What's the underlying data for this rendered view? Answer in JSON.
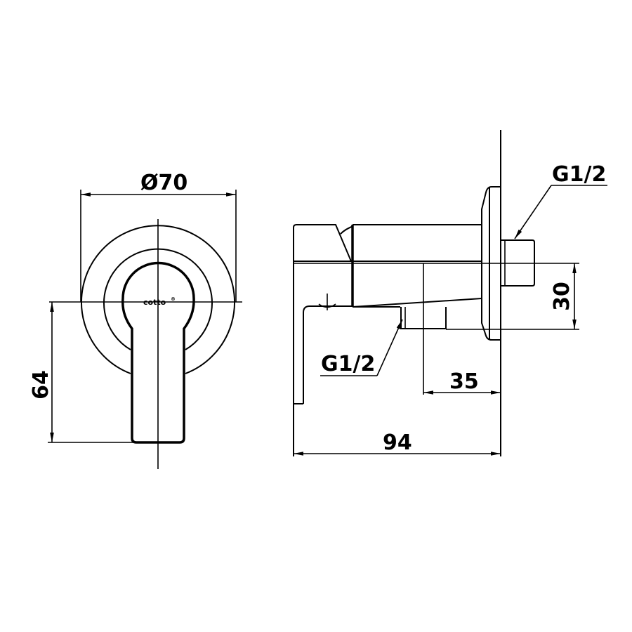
{
  "drawing": {
    "front_view": {
      "diameter_label": "Ø70",
      "height_label": "64",
      "logo_text": "cotto",
      "logo_mark": "®"
    },
    "side_view": {
      "width_total_label": "94",
      "outlet_offset_label": "35",
      "inlet_offset_label": "30",
      "inlet_thread_label": "G1/2",
      "outlet_thread_label": "G1/2"
    },
    "colors": {
      "line": "#000000",
      "background": "#ffffff"
    }
  }
}
